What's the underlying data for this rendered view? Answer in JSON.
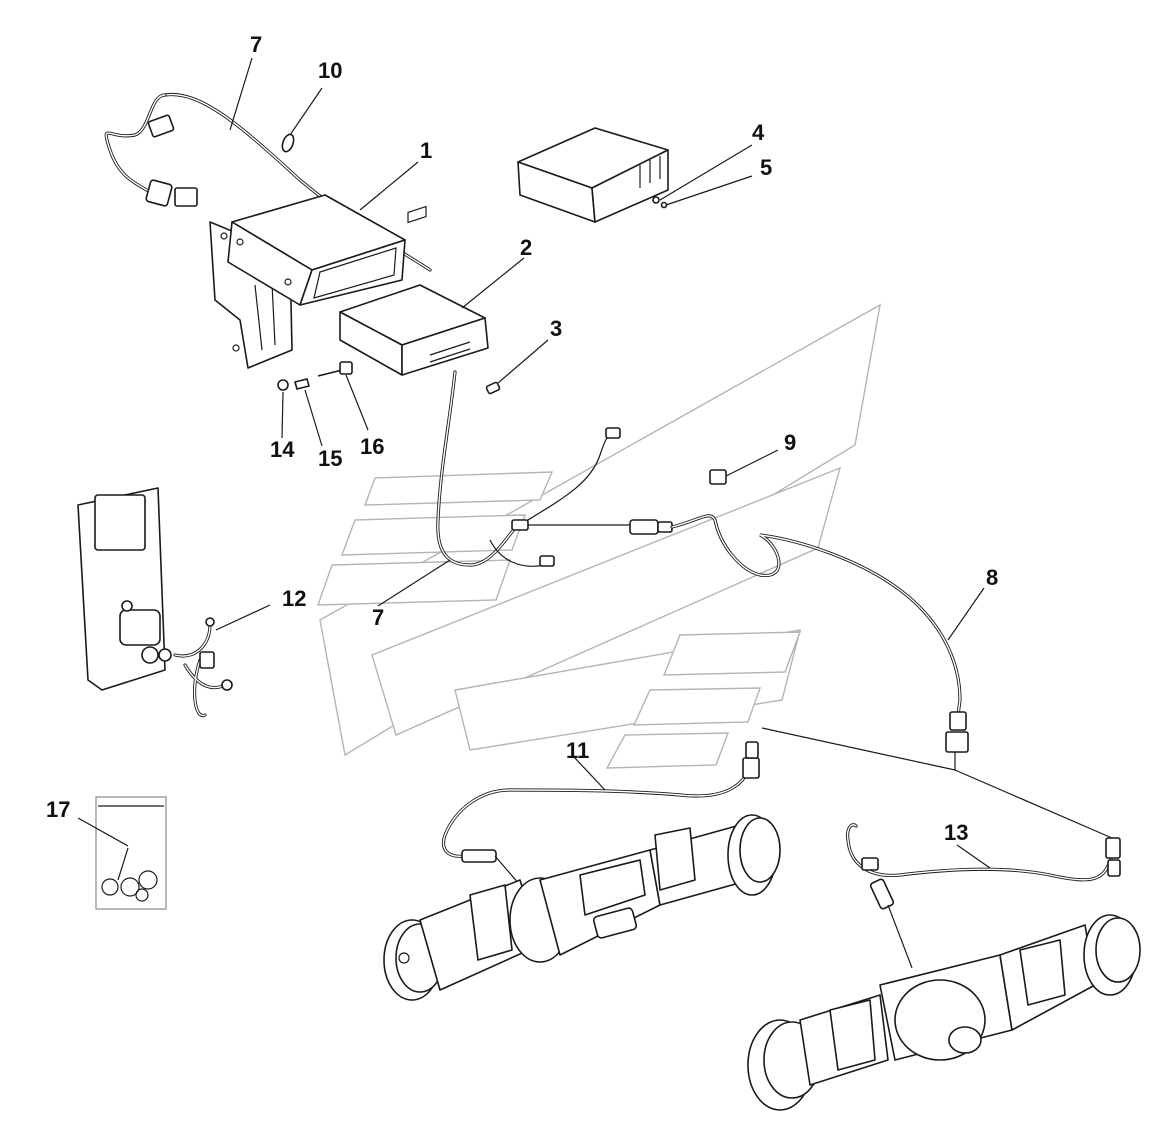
{
  "diagram": {
    "callouts": [
      {
        "id": "c1",
        "label": "1"
      },
      {
        "id": "c2",
        "label": "2"
      },
      {
        "id": "c3",
        "label": "3"
      },
      {
        "id": "c4",
        "label": "4"
      },
      {
        "id": "c5",
        "label": "5"
      },
      {
        "id": "c7a",
        "label": "7"
      },
      {
        "id": "c7b",
        "label": "7"
      },
      {
        "id": "c8",
        "label": "8"
      },
      {
        "id": "c9",
        "label": "9"
      },
      {
        "id": "c10",
        "label": "10"
      },
      {
        "id": "c11",
        "label": "11"
      },
      {
        "id": "c12",
        "label": "12"
      },
      {
        "id": "c13",
        "label": "13"
      },
      {
        "id": "c14",
        "label": "14"
      },
      {
        "id": "c15",
        "label": "15"
      },
      {
        "id": "c16",
        "label": "16"
      },
      {
        "id": "c17",
        "label": "17"
      }
    ],
    "colors": {
      "line": "#1a1a1a",
      "watermark": "#b4b4b4",
      "background": "#ffffff"
    }
  }
}
